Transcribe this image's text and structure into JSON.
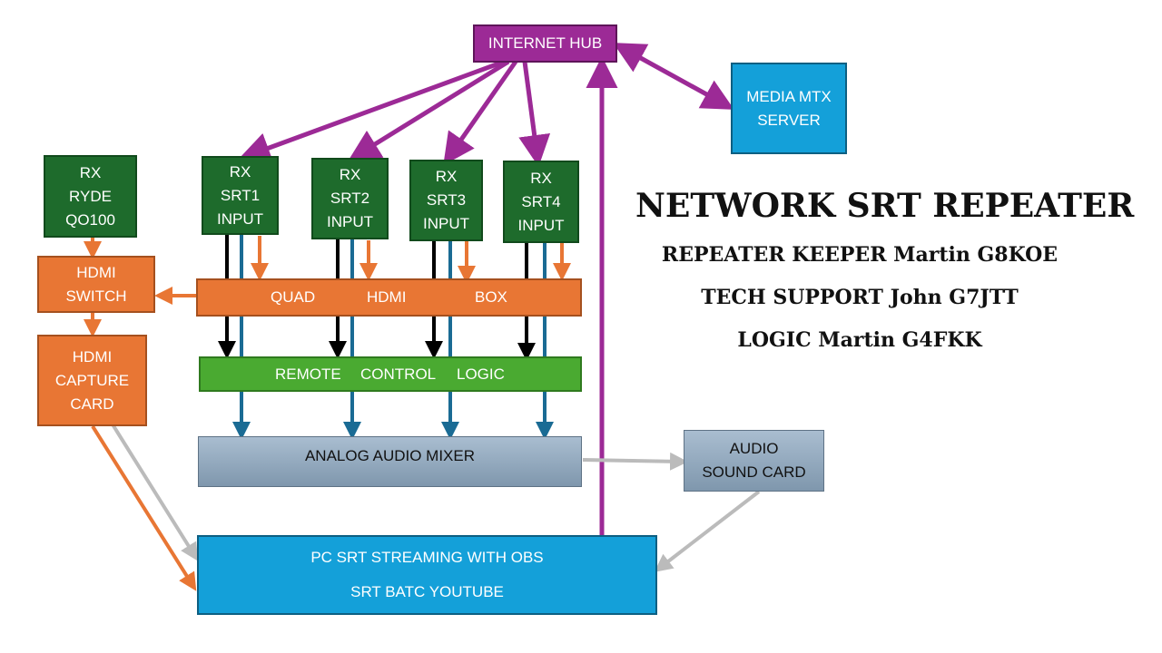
{
  "diagram": {
    "internet_hub": "INTERNET HUB",
    "media_server": [
      "MEDIA MTX",
      "SERVER"
    ],
    "rx_ryde": [
      "RX",
      "RYDE",
      "QO100"
    ],
    "rx_srt1": [
      "RX",
      "SRT1",
      "INPUT"
    ],
    "rx_srt2": [
      "RX",
      "SRT2",
      "INPUT"
    ],
    "rx_srt3": [
      "RX",
      "SRT3",
      "INPUT"
    ],
    "rx_srt4": [
      "RX",
      "SRT4",
      "INPUT"
    ],
    "hdmi_switch": [
      "HDMI",
      "SWITCH"
    ],
    "hdmi_capture": [
      "HDMI",
      "CAPTURE",
      "CARD"
    ],
    "quad_hdmi": [
      "QUAD",
      "HDMI",
      "BOX"
    ],
    "remote_logic": [
      "REMOTE",
      "CONTROL",
      "LOGIC"
    ],
    "audio_mixer": "ANALOG AUDIO MIXER",
    "audio_card": [
      "AUDIO",
      "SOUND CARD"
    ],
    "pc_streaming": [
      "PC SRT STREAMING WITH OBS",
      "SRT BATC YOUTUBE"
    ]
  },
  "heading": {
    "title": "NETWORK SRT REPEATER",
    "keeper": "REPEATER KEEPER Martin G8KOE",
    "tech": "TECH SUPPORT John G7JTT",
    "logic": "LOGIC Martin G4FKK"
  },
  "colors": {
    "purple": "#9c2a96",
    "orange": "#e87634",
    "black": "#000000",
    "blue_teal": "#1a6b94",
    "gray": "#bbbbbb",
    "green_dark": "#1e6b2c",
    "green_light": "#4aaa31",
    "cyan": "#14a0d9"
  }
}
